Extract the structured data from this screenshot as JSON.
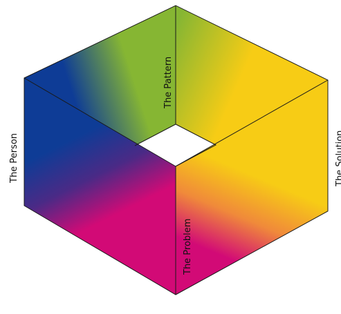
{
  "diagram": {
    "labels": {
      "person": "The Person",
      "pattern": "The Pattern",
      "problem": "The Problem",
      "solution": "The Solution"
    },
    "colors": {
      "blue": "#0e3c96",
      "green": "#86b633",
      "yellow": "#f7cc15",
      "magenta": "#d20a76",
      "outline": "#1a1a1a",
      "background": "#ffffff"
    }
  }
}
